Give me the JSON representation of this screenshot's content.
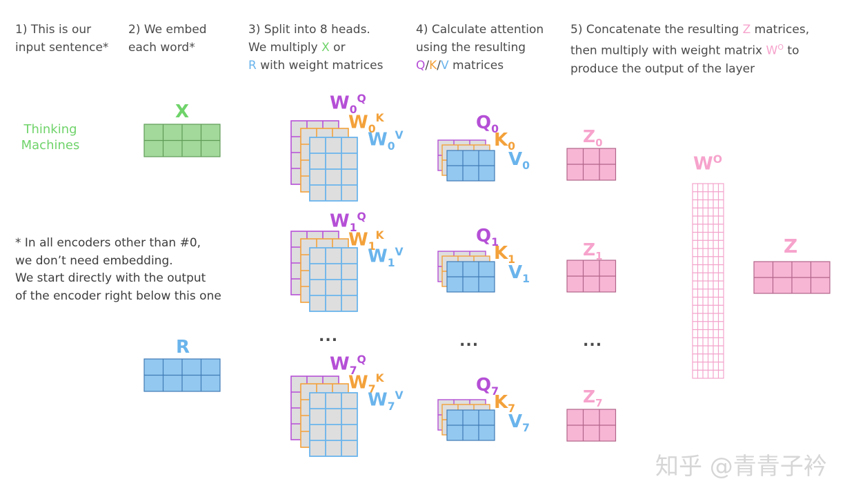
{
  "steps": {
    "s1": [
      "1) This is our",
      "input sentence*"
    ],
    "s2": [
      "2) We embed",
      "each word*"
    ],
    "s3": {
      "line1": "3) Split into 8 heads.",
      "line2a": "We multiply ",
      "line2x": "X",
      "line2b": " or",
      "line3r": "R",
      "line3b": " with weight matrices"
    },
    "s4": {
      "line1": "4) Calculate attention",
      "line2": "using the resulting",
      "q": "Q",
      "k": "K",
      "v": "V",
      "sep": "/",
      "tail": " matrices"
    },
    "s5": {
      "line1a": "5) Concatenate the resulting ",
      "line1z": "Z",
      "line1b": " matrices,",
      "line2a": "then multiply with weight matrix ",
      "line2w": "W",
      "line2o": "O",
      "line2b": " to",
      "line3": "produce the output of the layer"
    }
  },
  "input_words": [
    "Thinking",
    "Machines"
  ],
  "note_lines": [
    "* In all encoders other than #0,",
    "we don’t need embedding.",
    "We start directly with the output",
    "of the encoder right below this one"
  ],
  "labels": {
    "x": "X",
    "r": "R",
    "w": "W",
    "q": "Q",
    "k": "K",
    "v": "V",
    "z": "Z",
    "wo_sup": "O",
    "heads": [
      "0",
      "1",
      "7"
    ]
  },
  "ellipsis": "...",
  "watermark": "知乎 @青青子衿",
  "colors": {
    "green_fill": "#a3d99b",
    "green_stroke": "#5f9b56",
    "blue_fill": "#93c8f0",
    "blue_stroke": "#3f7ab5",
    "pink_fill": "#f8b6d5",
    "pink_stroke": "#b06488",
    "purple": "#b54fd6",
    "orange": "#f3a13a",
    "light_blue": "#6ab4ec",
    "gray_fill": "#dedede"
  }
}
